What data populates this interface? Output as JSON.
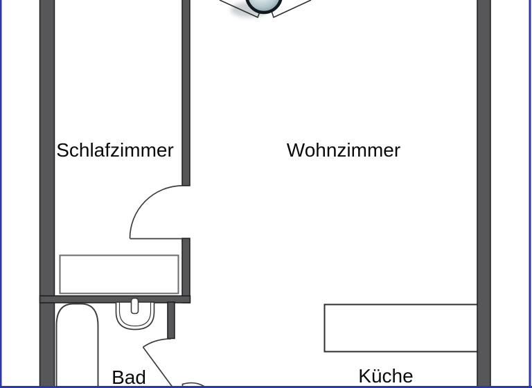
{
  "document": {
    "kind": "apartment-floor-plan",
    "language": "de"
  },
  "rooms": [
    {
      "id": "schlafzimmer",
      "label": "Schlafzimmer"
    },
    {
      "id": "wohnzimmer",
      "label": "Wohnzimmer"
    },
    {
      "id": "bad",
      "label": "Bad"
    },
    {
      "id": "kueche",
      "label": "Küche"
    }
  ],
  "fixtures": [
    {
      "name": "wardrobe"
    },
    {
      "name": "bathtub"
    },
    {
      "name": "washbasin"
    },
    {
      "name": "kitchen-counter"
    }
  ],
  "doors": [
    {
      "name": "bedroom-door"
    },
    {
      "name": "bathroom-door"
    },
    {
      "name": "hall-door"
    },
    {
      "name": "entrance-sphere-ornament"
    }
  ],
  "colors": {
    "frame_blue": "#2c37a8",
    "wall_fill": "#57575a",
    "wall_outline": "#1c1c1c",
    "line": "#3a3a3a",
    "furniture_outline": "#6a6a6a",
    "text": "#0a0a0a",
    "background": "#ffffff"
  }
}
